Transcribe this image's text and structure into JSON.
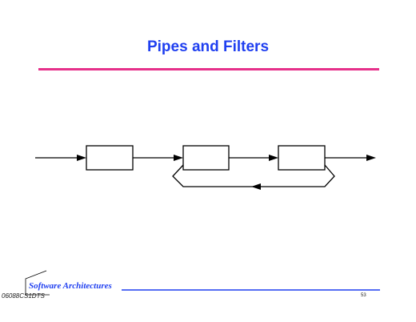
{
  "slide": {
    "title": "Pipes and Filters",
    "page_number": "53"
  },
  "footer": {
    "brand": "Software Architectures",
    "code": "06088CS1DTS"
  },
  "colors": {
    "title": "#1f3ff0",
    "accent_rule": "#e6308a",
    "diagram_stroke": "#000000"
  },
  "diagram": {
    "filters": [
      {
        "id": "filter-1"
      },
      {
        "id": "filter-2"
      },
      {
        "id": "filter-3"
      }
    ],
    "pipes": [
      {
        "from": "input",
        "to": "filter-1"
      },
      {
        "from": "filter-1",
        "to": "filter-2"
      },
      {
        "from": "filter-2",
        "to": "filter-3"
      },
      {
        "from": "filter-3",
        "to": "output"
      },
      {
        "from": "filter-3",
        "to": "filter-2",
        "kind": "feedback-loop"
      }
    ]
  }
}
